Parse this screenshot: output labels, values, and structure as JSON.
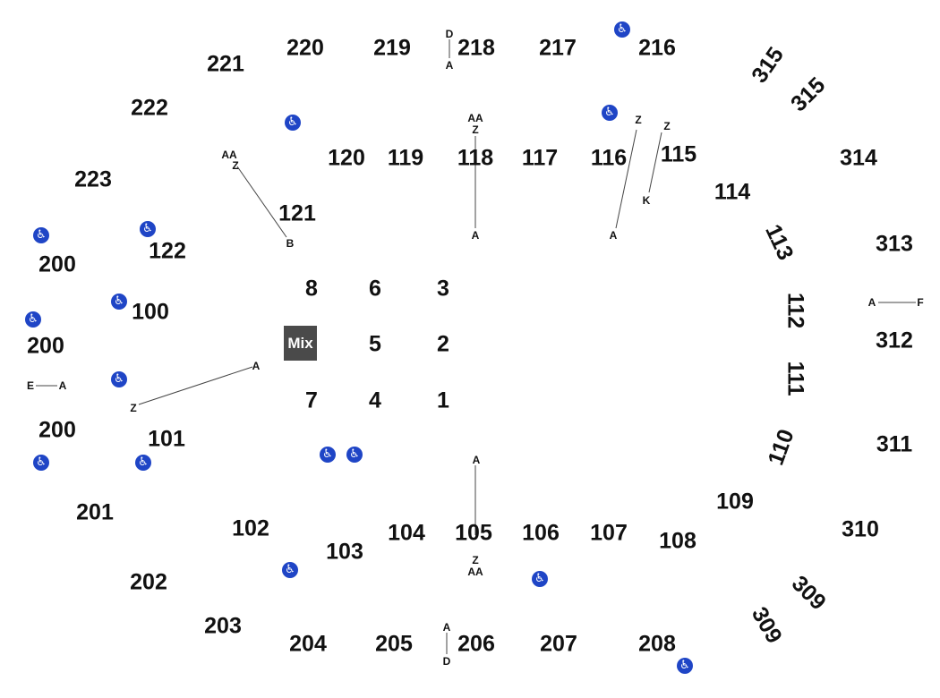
{
  "map": {
    "mix_label": "Mix",
    "accessibility_icon": "wheelchair-icon",
    "accessibility_color": "#1f45c6",
    "sections": {
      "s221": "221",
      "s220": "220",
      "s219": "219",
      "s218": "218",
      "s217": "217",
      "s216": "216",
      "s315a": "315",
      "s315b": "315",
      "s222": "222",
      "s223": "223",
      "s120": "120",
      "s119": "119",
      "s118": "118",
      "s117": "117",
      "s116": "116",
      "s115": "115",
      "s314": "314",
      "s114": "114",
      "s121": "121",
      "s122": "122",
      "s200a": "200",
      "s113": "113",
      "s313": "313",
      "s8": "8",
      "s6": "6",
      "s3": "3",
      "s100": "100",
      "s112": "112",
      "s200b": "200",
      "s5": "5",
      "s2": "2",
      "s312": "312",
      "s111": "111",
      "s7": "7",
      "s4": "4",
      "s1": "1",
      "s200c": "200",
      "s101": "101",
      "s110": "110",
      "s311": "311",
      "s109": "109",
      "s201": "201",
      "s102": "102",
      "s310": "310",
      "s104": "104",
      "s105": "105",
      "s106": "106",
      "s107": "107",
      "s108": "108",
      "s103": "103",
      "s202": "202",
      "s309a": "309",
      "s309b": "309",
      "s203": "203",
      "s204": "204",
      "s205": "205",
      "s206": "206",
      "s207": "207",
      "s208": "208"
    },
    "row_labels": {
      "r218_top": "D",
      "r218_bottom": "A",
      "r118_aa": "AA",
      "r118_z": "Z",
      "r118_a": "A",
      "r116_z": "Z",
      "r116_a": "A",
      "r115_z": "Z",
      "r115_k": "K",
      "r120_aa": "AA",
      "r120_z": "Z",
      "r121_b": "B",
      "r313_a": "A",
      "r313_f": "F",
      "r101_a": "A",
      "r101_z": "Z",
      "r200_e": "E",
      "r200_a": "A",
      "r105_a": "A",
      "r105_z": "Z",
      "r105_aa": "AA",
      "r206_a": "A",
      "r206_d": "D"
    }
  }
}
